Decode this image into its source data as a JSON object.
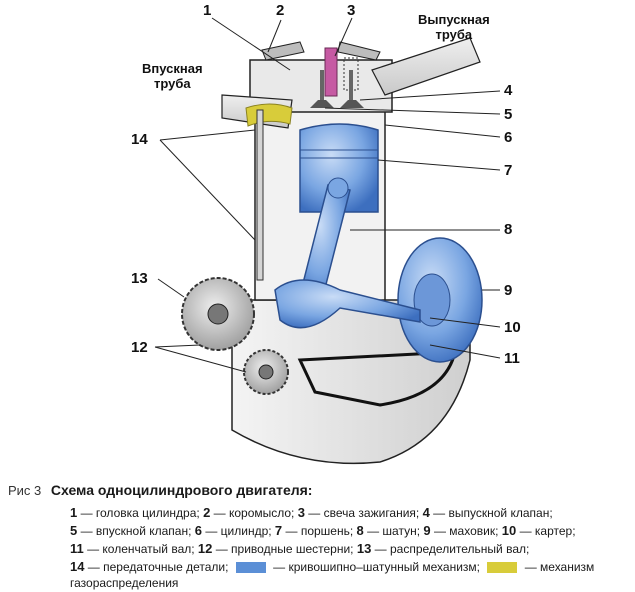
{
  "callouts": {
    "n1": "1",
    "n2": "2",
    "n3": "3",
    "n4": "4",
    "n5": "5",
    "n6": "6",
    "n7": "7",
    "n8": "8",
    "n9": "9",
    "n10": "10",
    "n11": "11",
    "n12": "12",
    "n13": "13",
    "n14": "14"
  },
  "pipes": {
    "exhaust_line1": "Выпускная",
    "exhaust_line2": "труба",
    "intake_line1": "Впускная",
    "intake_line2": "труба"
  },
  "caption": {
    "fig": "Рис 3",
    "title": "Схема одноцилиндрового двигателя:"
  },
  "legend": [
    [
      {
        "n": "1",
        "t": " — головка цилиндра; "
      },
      {
        "n": "2",
        "t": " — коромысло; "
      },
      {
        "n": "3",
        "t": " — свеча зажигания; "
      },
      {
        "n": "4",
        "t": " — выпускной клапан;"
      }
    ],
    [
      {
        "n": "5",
        "t": " — впускной клапан; "
      },
      {
        "n": "6",
        "t": " — цилиндр; "
      },
      {
        "n": "7",
        "t": " — поршень; "
      },
      {
        "n": "8",
        "t": " — шатун; "
      },
      {
        "n": "9",
        "t": " — маховик; "
      },
      {
        "n": "10",
        "t": " — картер;"
      }
    ],
    [
      {
        "n": "11",
        "t": " — коленчатый вал; "
      },
      {
        "n": "12",
        "t": " — приводные шестерни; "
      },
      {
        "n": "13",
        "t": " — распределительный вал;"
      }
    ]
  ],
  "legend_last": {
    "n": "14",
    "t": " — передаточные детали;",
    "blue_label": " — кривошипно–шатунный механизм;",
    "yellow_label": " — механизм",
    "line5": "газораспределения"
  },
  "colors": {
    "blue_mechanism": "#5b8fd6",
    "yellow_mechanism": "#d8cc3a",
    "engine_gray": "#e8e8e8",
    "outline": "#222222"
  }
}
